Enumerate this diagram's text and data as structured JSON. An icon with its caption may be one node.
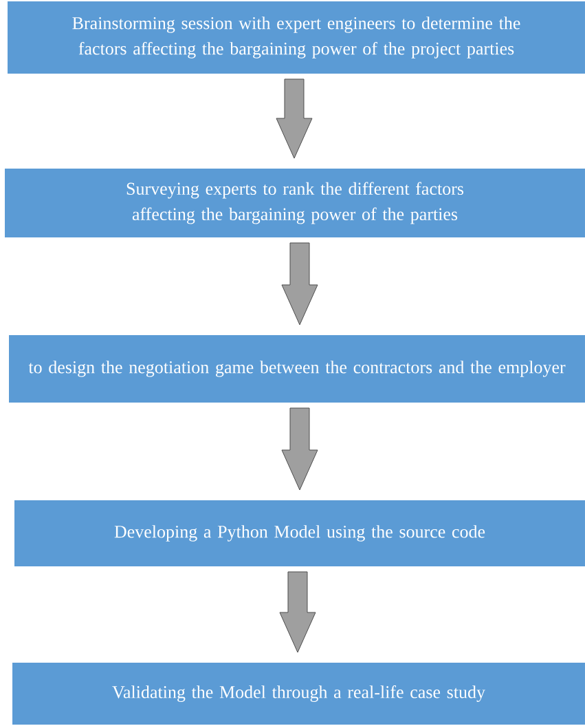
{
  "diagram": {
    "nodes": [
      {
        "text": [
          "Brainstorming session with expert engineers to determine the factors affecting the bargaining power of the project parties"
        ]
      },
      {
        "text": [
          "Surveying experts to rank the different factors affecting the bargaining power of the parties"
        ]
      },
      {
        "text": [
          "to design the negotiation game between the contractors and the employer"
        ]
      },
      {
        "text": [
          "Developing a Python Model using the source code"
        ]
      },
      {
        "text": [
          "Validating the Model through a real-life case study"
        ]
      }
    ],
    "edges": [
      {
        "from": 0,
        "to": 1,
        "arrow": "to"
      },
      {
        "from": 1,
        "to": 2,
        "arrow": "to"
      },
      {
        "from": 2,
        "to": 3,
        "arrow": "to"
      },
      {
        "from": 3,
        "to": 4,
        "arrow": "to"
      }
    ]
  }
}
